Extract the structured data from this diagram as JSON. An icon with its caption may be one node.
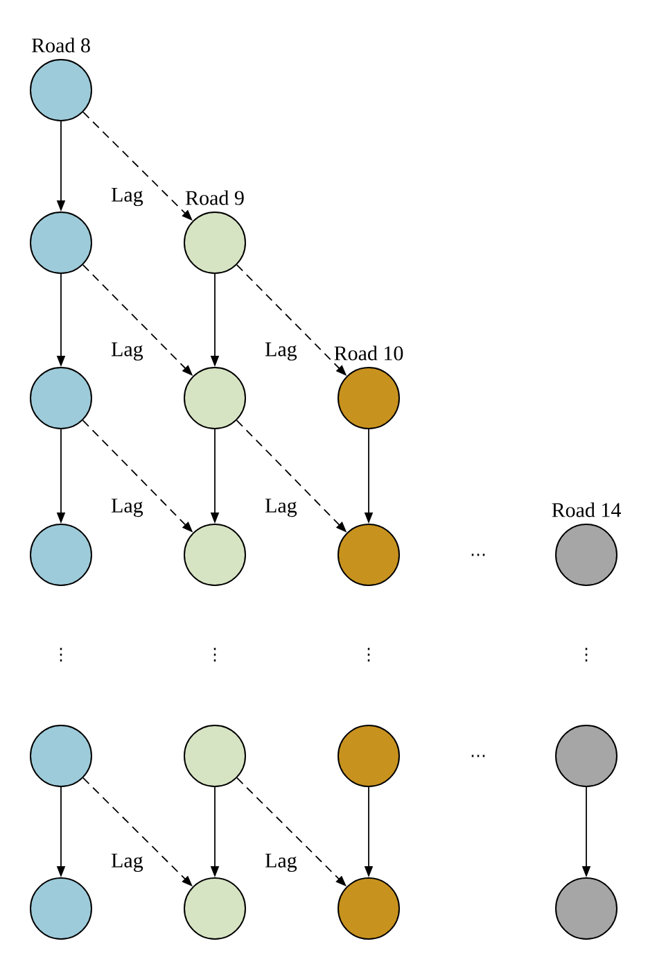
{
  "diagram": {
    "nodes": [
      {
        "text": [
          "Road 8"
        ]
      },
      {
        "text": [],
        "shape": "circle"
      },
      {
        "text": [
          "Road 9"
        ]
      },
      {
        "text": [],
        "shape": "circle"
      },
      {
        "text": [],
        "shape": "circle"
      },
      {
        "text": [
          "Road 10"
        ]
      },
      {
        "text": [],
        "shape": "circle"
      },
      {
        "text": [],
        "shape": "circle"
      },
      {
        "text": [],
        "shape": "circle"
      },
      {
        "text": [
          "Road 14"
        ]
      },
      {
        "text": [],
        "shape": "circle"
      },
      {
        "text": [],
        "shape": "circle"
      },
      {
        "text": [],
        "shape": "circle"
      },
      {
        "text": [],
        "shape": "circle"
      },
      {
        "text": [],
        "shape": "circle"
      },
      {
        "text": [],
        "shape": "circle"
      },
      {
        "text": [],
        "shape": "circle"
      },
      {
        "text": [],
        "shape": "circle"
      }
    ],
    "edges": [
      {
        "from": 0,
        "to": 1,
        "arrow": "to"
      },
      {
        "from": 1,
        "to": 3,
        "arrow": "to"
      },
      {
        "from": 3,
        "to": 6,
        "arrow": "to"
      },
      {
        "from": 10,
        "to": 14,
        "arrow": "to"
      },
      {
        "from": 2,
        "to": 4,
        "arrow": "to"
      },
      {
        "from": 4,
        "to": 7,
        "arrow": "to"
      },
      {
        "from": 11,
        "to": 15,
        "arrow": "to"
      },
      {
        "from": 5,
        "to": 8,
        "arrow": "to"
      },
      {
        "from": 12,
        "to": 16,
        "arrow": "to"
      },
      {
        "from": 13,
        "to": 17,
        "arrow": "to"
      },
      {
        "from": 0,
        "to": 2,
        "arrow": "to",
        "style": "dashed",
        "label": "Lag"
      },
      {
        "from": 1,
        "to": 4,
        "arrow": "to",
        "style": "dashed",
        "label": "Lag"
      },
      {
        "from": 2,
        "to": 5,
        "arrow": "to",
        "style": "dashed",
        "label": "Lag"
      },
      {
        "from": 3,
        "to": 7,
        "arrow": "to",
        "style": "dashed",
        "label": "Lag"
      },
      {
        "from": 4,
        "to": 8,
        "arrow": "to",
        "style": "dashed",
        "label": "Lag"
      },
      {
        "from": 10,
        "to": 15,
        "arrow": "to",
        "style": "dashed",
        "label": "Lag"
      },
      {
        "from": 11,
        "to": 16,
        "arrow": "to",
        "style": "dashed",
        "label": "Lag"
      }
    ],
    "labels": [
      "…",
      "⋮",
      "⋮",
      "⋮",
      "⋮",
      "…"
    ]
  }
}
